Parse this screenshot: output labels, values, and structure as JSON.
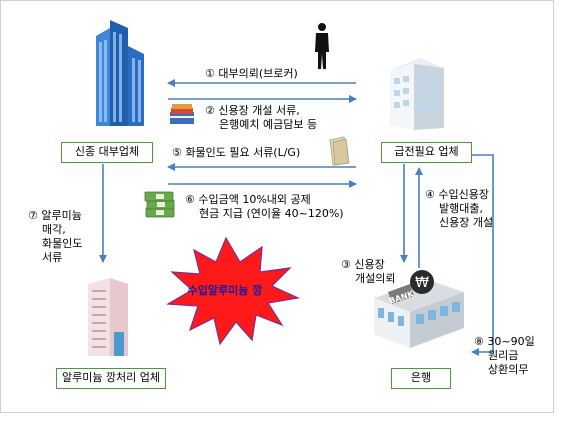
{
  "entities": {
    "new_lender": "신종 대부업체",
    "urgent_company": "급전필요 업체",
    "aluminum_dealer": "알루미늄 깡처리 업체",
    "bank": "은행"
  },
  "flows": {
    "step1": "① 대부의뢰(브로커)",
    "step2": "② 신용장 개설 서류,\n    은행예치 예금담보 등",
    "step5": "⑤ 화물인도 필요 서류(L/G)",
    "step6": "⑥ 수입금액 10%내외 공제\n    현금 지급 (연이율 40~120%)",
    "step7": "⑦ 알루미늄\n    매각,\n    화물인도\n    서류",
    "step3": "③ 신용장\n    개설의뢰",
    "step4": "④ 수입신용장\n    발행대출,\n    신용장 개설",
    "step8": "⑧ 30~90일\n    원리금\n    상환의무"
  },
  "starburst": "수입알루미늄 깡",
  "bank_sign": "BANK",
  "colors": {
    "box_border": "#4a9a3a",
    "arrow": "#4a7fc0",
    "starburst_fill": "#ff1a1a",
    "starburst_text": "#1a1aa0"
  }
}
